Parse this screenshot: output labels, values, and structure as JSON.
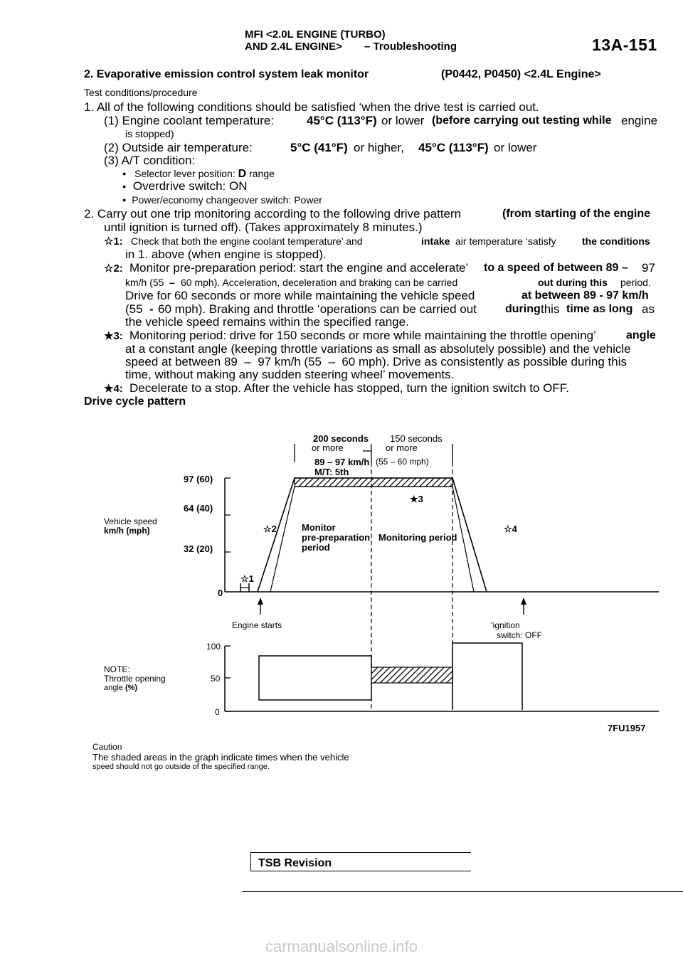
{
  "header": {
    "line1": "MFI <2.0L ENGINE (TURBO)",
    "line2": "AND 2.4L ENGINE>",
    "section": "– Troubleshooting",
    "page_number": "13A-151"
  },
  "section_title": {
    "text": "2. Evaporative emission control system leak monitor",
    "codes": "(P0442, P0450) <2.4L Engine>"
  },
  "test_conditions_label": "Test conditions/procedure",
  "step1": {
    "text": "1. All of the following conditions should be satisfied ‘when the drive test is carried out.",
    "c1_a": "(1) Engine coolant temperature:",
    "c1_b": "45°C (113°F)",
    "c1_c": "or lower",
    "c1_d": "(before carrying out testing while",
    "c1_e": "engine",
    "c1_f": "is stopped)",
    "c2_a": "(2) Outside air temperature:",
    "c2_b": "5°C (41°F)",
    "c2_c": "or higher,",
    "c2_d": "45°C (113°F)",
    "c2_e": "or lower",
    "c3": "(3) A/T condition:",
    "b1_a": "Selector lever position:",
    "b1_b": "D",
    "b1_c": "range",
    "b2": "Overdrive switch: ON",
    "b3": "Power/economy changeover switch: Power"
  },
  "step2": {
    "line1_a": "2. Carry out one trip monitoring according to the following drive pattern",
    "line1_b": "(from starting of the engine",
    "line2": "until ignition is turned off). (Takes approximately 8 minutes.)",
    "s1_mark": "☆1:",
    "s1_a": "Check that both the engine coolant temperature’ and",
    "s1_b": "intake",
    "s1_c": "air temperature ‘satisfy",
    "s1_d": "the conditions",
    "s1_e": "in 1. above (when engine is stopped).",
    "s2_mark": "☆2:",
    "s2_a": "Monitor pre-preparation period: start the engine and accelerate’",
    "s2_b": "to a speed of between 89 –",
    "s2_c": "97",
    "s2_d": "km/h (55",
    "s2_e": "60 mph). Acceleration, deceleration and braking can be carried",
    "s2_f": "out during this",
    "s2_g": "period.",
    "s2_h": "Drive for 60 seconds or more while maintaining the vehicle speed",
    "s2_i": "at between 89 - 97 km/h",
    "s2_j": "(55",
    "s2_k": "60 mph). Braking and throttle ‘operations can be carried out",
    "s2_l": "during",
    "s2_m": "this",
    "s2_n": "time as long",
    "s2_o": "as",
    "s2_p": "the vehicle speed remains within the specified range.",
    "s3_mark": "★3:",
    "s3_a": "Monitoring period: drive for 150 seconds or more while maintaining the throttle opening’",
    "s3_b": "angle",
    "s3_c": "at a constant angle (keeping throttle variations as small as absolutely possible) and the vehicle",
    "s3_d": "speed at between 89",
    "s3_e": "97 km/h (55",
    "s3_f": "60 mph). Drive as consistently as possible during this",
    "s3_g": "time, without making any sudden steering wheel’ movements.",
    "s4_mark": "★4:",
    "s4_a": "Decelerate to a stop. After the vehicle has stopped, turn the ignition switch to OFF."
  },
  "drive_cycle_title": "Drive cycle pattern",
  "diagram": {
    "top_label_1a": "200 seconds",
    "top_label_1b": "or more",
    "top_label_2a": "150 seconds",
    "top_label_2b": "or more",
    "speed_band": "89 – 97 km/h",
    "speed_band_mph_a": "(55",
    "speed_band_mph_b": "60 mph)",
    "gear": "M/T: 5th",
    "y_97": "97 (60)",
    "y_64": "64 (40)",
    "y_32": "32 (20)",
    "y_0": "0",
    "vs_label_1": "Vehicle speed",
    "vs_label_2": "km/h (mph)",
    "star1": "☆1",
    "star2": "☆2",
    "star3": "★3",
    "star4": "☆4",
    "monitor_pre_1": "Monitor",
    "monitor_pre_2": "pre-preparation",
    "monitor_pre_3": "period",
    "monitoring_period": "Monitoring period",
    "engine_starts": "Engine starts",
    "ignition_1": "‘ignition",
    "ignition_2": "switch: OFF",
    "t_100": "100",
    "t_50": "50",
    "t_0": "0",
    "note_1": "NOTE:",
    "note_2": "Throttle opening",
    "note_3": "angle",
    "note_4": "(%)",
    "fig_code": "7FU1957"
  },
  "caution": {
    "label": "Caution",
    "line1": "The shaded areas in the graph indicate times when the vehicle",
    "line2": "speed should not go outside of the specified range."
  },
  "footer": {
    "tsb": "TSB Revision",
    "watermark": "carmanualsonline.info"
  }
}
